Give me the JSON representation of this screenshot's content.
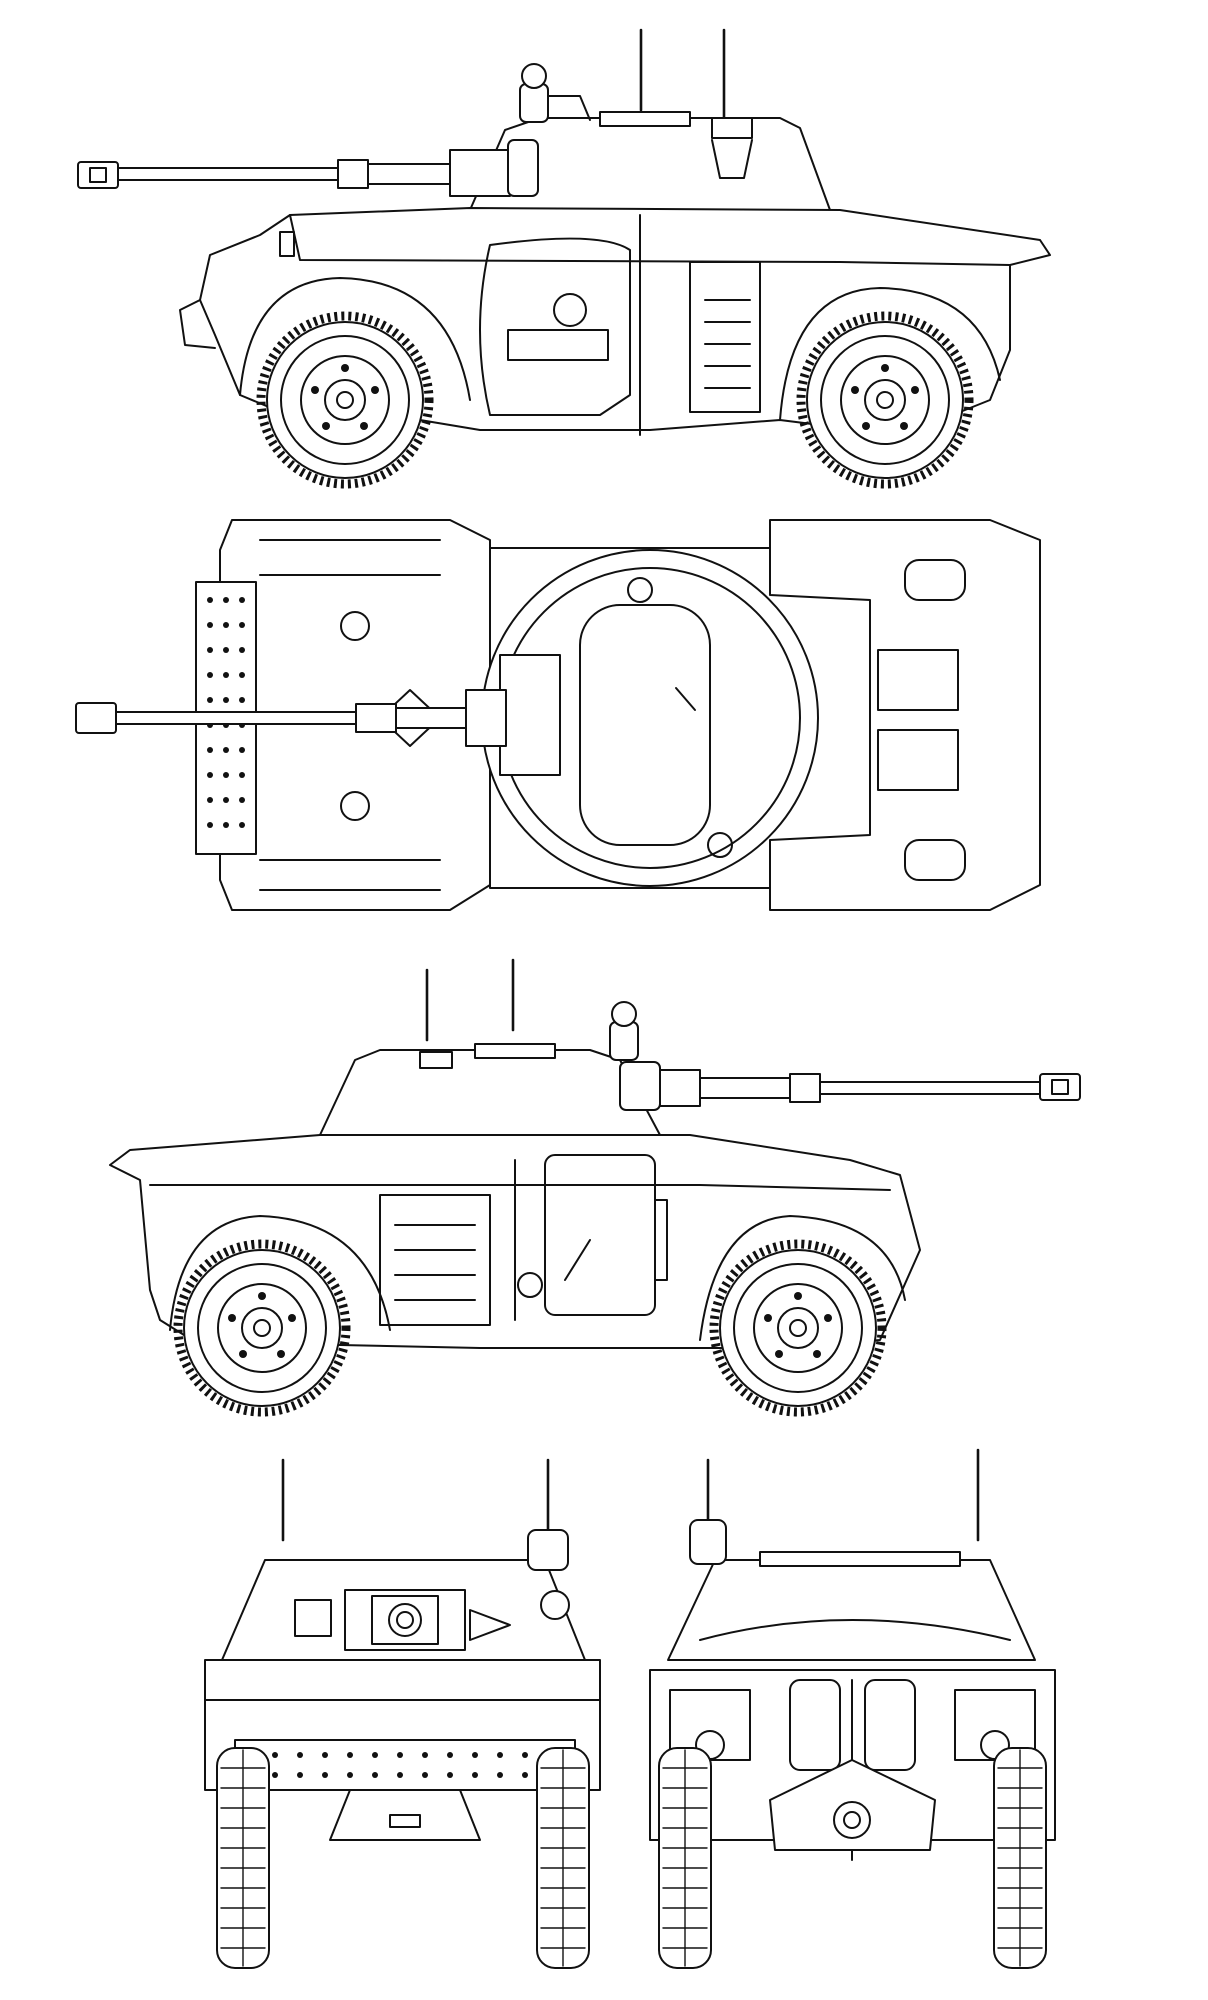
{
  "drawing": {
    "subject": "",
    "views": [
      {
        "id": "left-side"
      },
      {
        "id": "top"
      },
      {
        "id": "right-side"
      },
      {
        "id": "front"
      },
      {
        "id": "rear"
      }
    ]
  },
  "colors": {
    "line": "#111111",
    "background": "#ffffff"
  }
}
